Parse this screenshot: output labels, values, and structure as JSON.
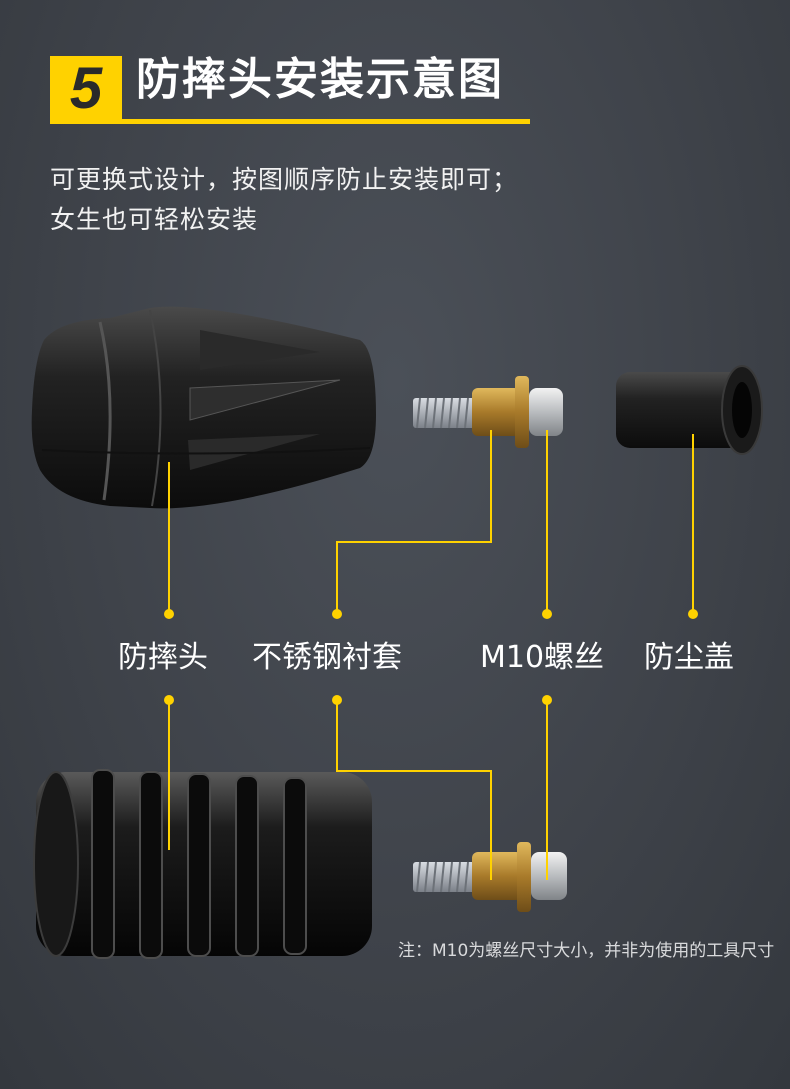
{
  "header": {
    "step_number": "5",
    "title": "防摔头安装示意图"
  },
  "description": {
    "line1": "可更换式设计，按图顺序防止安装即可；",
    "line2": "女生也可轻松安装"
  },
  "labels": {
    "slider": "防摔头",
    "sleeve": "不锈钢衬套",
    "screw": "M10螺丝",
    "cap": "防尘盖"
  },
  "note": "注：M10为螺丝尺寸大小，并非为使用的工具尺寸",
  "colors": {
    "accent": "#ffd200",
    "background": "#3f434a"
  }
}
